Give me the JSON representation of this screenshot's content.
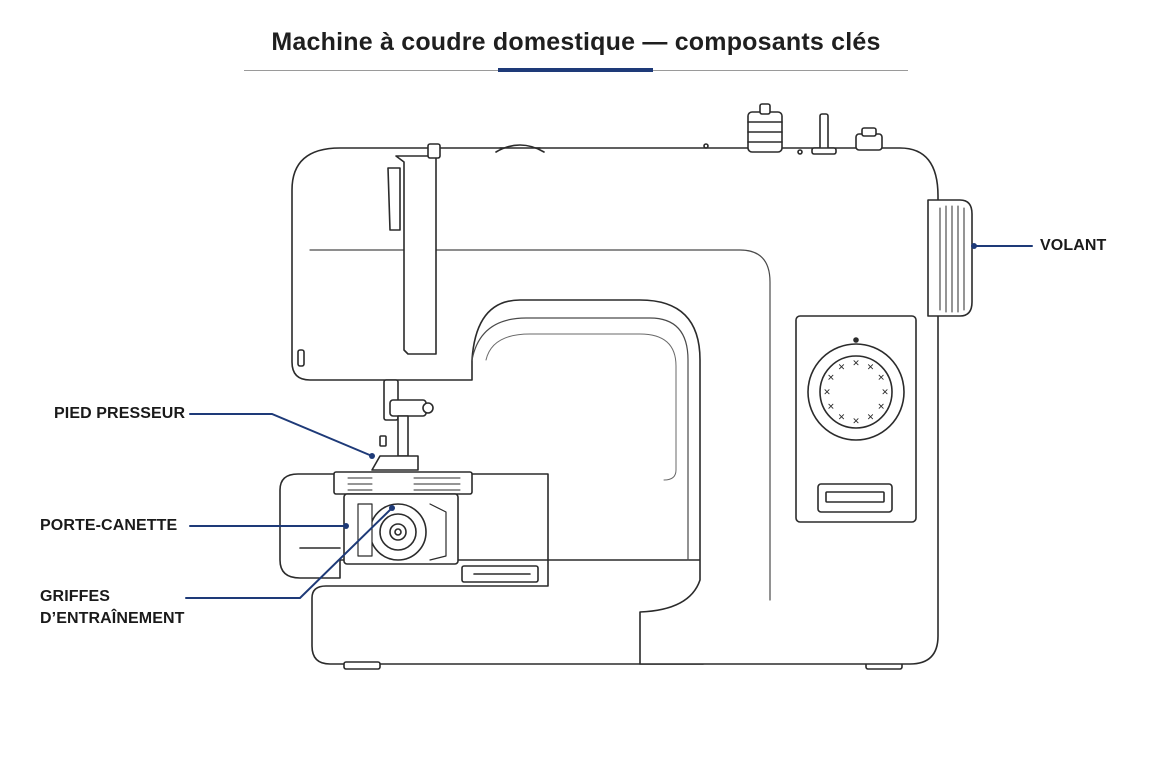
{
  "title": "Machine à coudre domestique — composants clés",
  "labels": {
    "volant": "VOLANT",
    "pied_presseur": "PIED PRESSEUR",
    "porte_canette": "PORTE-CANETTE",
    "griffes_line1": "GRIFFES",
    "griffes_line2": "D’ENTRAÎNEMENT"
  },
  "colors": {
    "accent": "#1e3a78",
    "outline": "#2b2b2b"
  },
  "icons": {
    "stitch_dial_symbols": [
      "✕",
      "✕",
      "✕",
      "✕",
      "✕",
      "✕",
      "✕",
      "✕",
      "✕",
      "✕",
      "✕",
      "✕"
    ]
  }
}
